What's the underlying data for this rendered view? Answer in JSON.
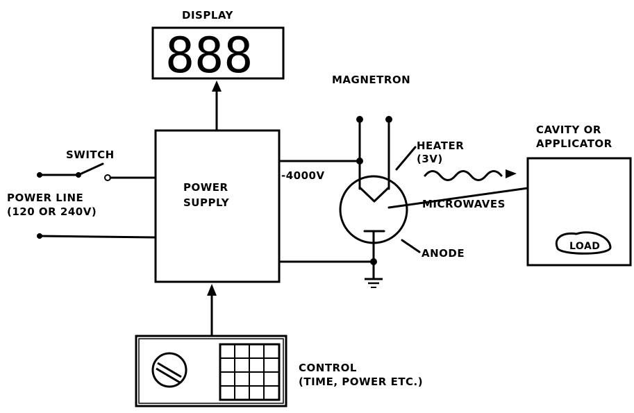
{
  "labels": {
    "display": "DISPLAY",
    "display_digits": "888",
    "magnetron": "MAGNETRON",
    "switch": "SWITCH",
    "power_line_1": "POWER LINE",
    "power_line_2": "(120 OR 240V)",
    "power_supply_1": "POWER",
    "power_supply_2": "SUPPLY",
    "voltage": "-4000V",
    "heater_1": "HEATER",
    "heater_2": "(3V)",
    "microwaves": "MICROWAVES",
    "anode": "ANODE",
    "cavity_1": "CAVITY OR",
    "cavity_2": "APPLICATOR",
    "load": "LOAD",
    "control_1": "CONTROL",
    "control_2": "(TIME, POWER ETC.)"
  }
}
